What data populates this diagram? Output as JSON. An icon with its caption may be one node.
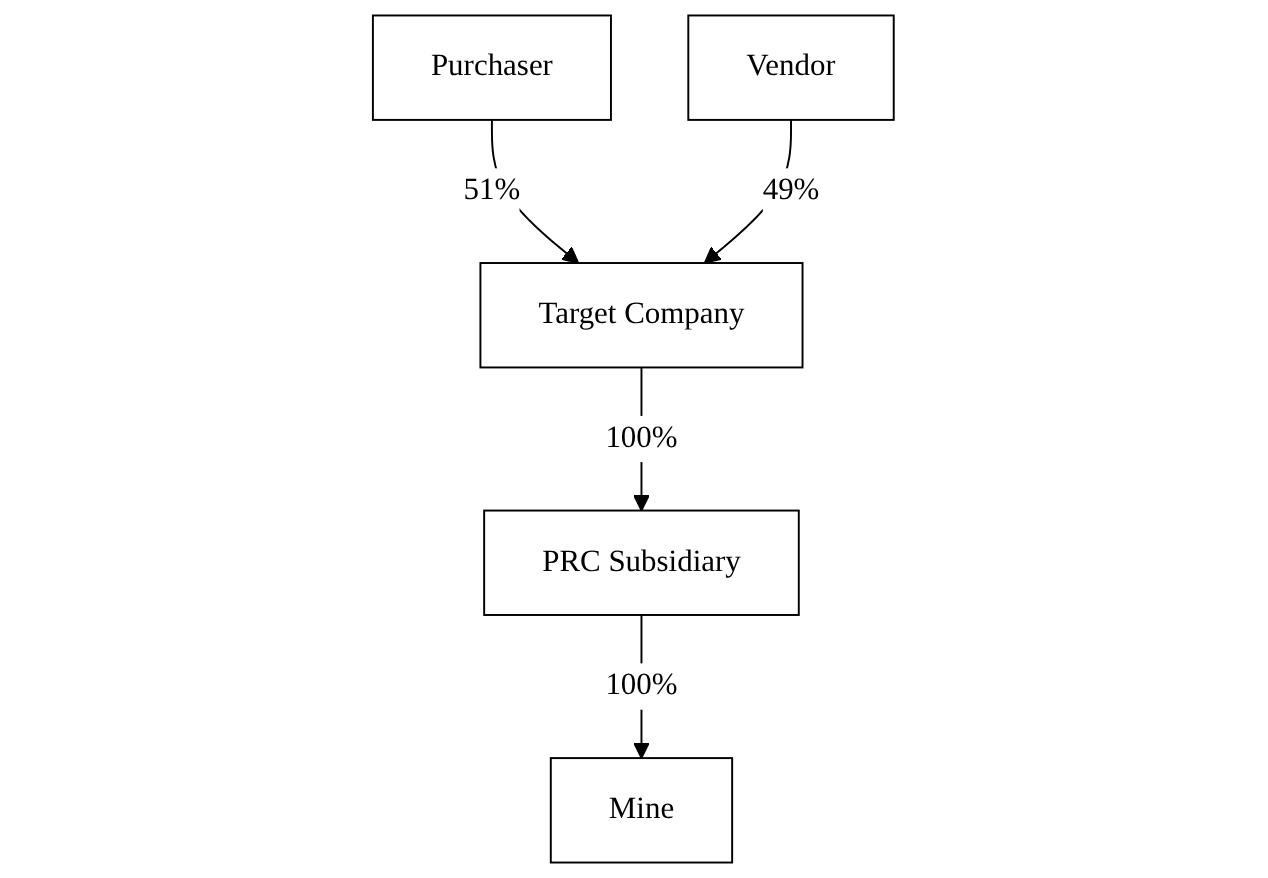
{
  "diagram": {
    "nodes": [
      {
        "text": [
          "Purchaser"
        ]
      },
      {
        "text": [
          "Vendor"
        ]
      },
      {
        "text": [
          "Target Company"
        ]
      },
      {
        "text": [
          "PRC Subsidiary"
        ]
      },
      {
        "text": [
          "Mine"
        ]
      }
    ],
    "edges": [
      {
        "from": 0,
        "to": 2,
        "arrow": "to",
        "label": "51%"
      },
      {
        "from": 1,
        "to": 2,
        "arrow": "to",
        "label": "49%"
      },
      {
        "from": 2,
        "to": 3,
        "arrow": "to",
        "label": "100%"
      },
      {
        "from": 3,
        "to": 4,
        "arrow": "to",
        "label": "100%"
      }
    ]
  }
}
